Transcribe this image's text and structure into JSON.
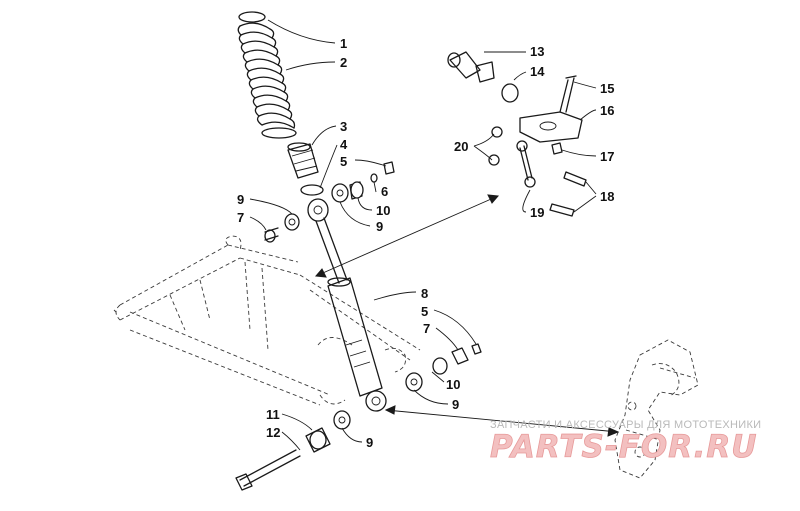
{
  "callouts": [
    "1",
    "2",
    "3",
    "4",
    "5",
    "6",
    "7",
    "8",
    "9",
    "10",
    "11",
    "12",
    "13",
    "14",
    "15",
    "16",
    "17",
    "18",
    "19",
    "20"
  ],
  "watermark": {
    "caption": "ЗАПЧАСТИ И АКСЕССУАРЫ ДЛЯ МОТОТЕХНИКИ",
    "logo": "PARTS-FOR.RU"
  }
}
